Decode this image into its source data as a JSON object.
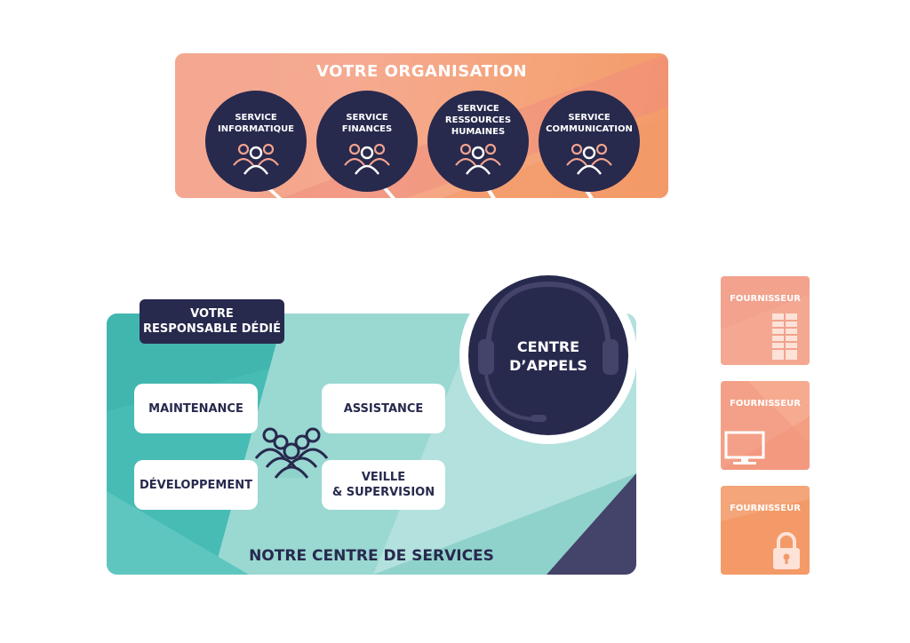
{
  "organisation": {
    "title": "VOTRE ORGANISATION",
    "departments": [
      {
        "line1": "SERVICE",
        "line2": "INFORMATIQUE",
        "line3": ""
      },
      {
        "line1": "SERVICE",
        "line2": "FINANCES",
        "line3": ""
      },
      {
        "line1": "SERVICE",
        "line2": "RESSOURCES",
        "line3": "HUMAINES"
      },
      {
        "line1": "SERVICE",
        "line2": "COMMUNICATION",
        "line3": ""
      }
    ]
  },
  "services_centre": {
    "title": "NOTRE CENTRE DE SERVICES",
    "responsible": {
      "line1": "VOTRE",
      "line2": "RESPONSABLE DÉDIÉ"
    },
    "maintenance": "MAINTENANCE",
    "assistance": "ASSISTANCE",
    "development": "DÉVELOPPEMENT",
    "watch": {
      "line1": "VEILLE",
      "line2": "& SUPERVISION"
    }
  },
  "call_centre": {
    "line1": "CENTRE",
    "line2": "D’APPELS"
  },
  "suppliers": [
    {
      "label": "FOURNISSEUR",
      "icon": "building-icon"
    },
    {
      "label": "FOURNISSEUR",
      "icon": "monitor-icon"
    },
    {
      "label": "FOURNISSEUR",
      "icon": "padlock-icon"
    }
  ],
  "colors": {
    "navy": "#27294d",
    "salmon": "#f2a28d",
    "orange": "#f39a68",
    "teal": "#47bcb5",
    "light_teal": "#8fd2cc"
  }
}
